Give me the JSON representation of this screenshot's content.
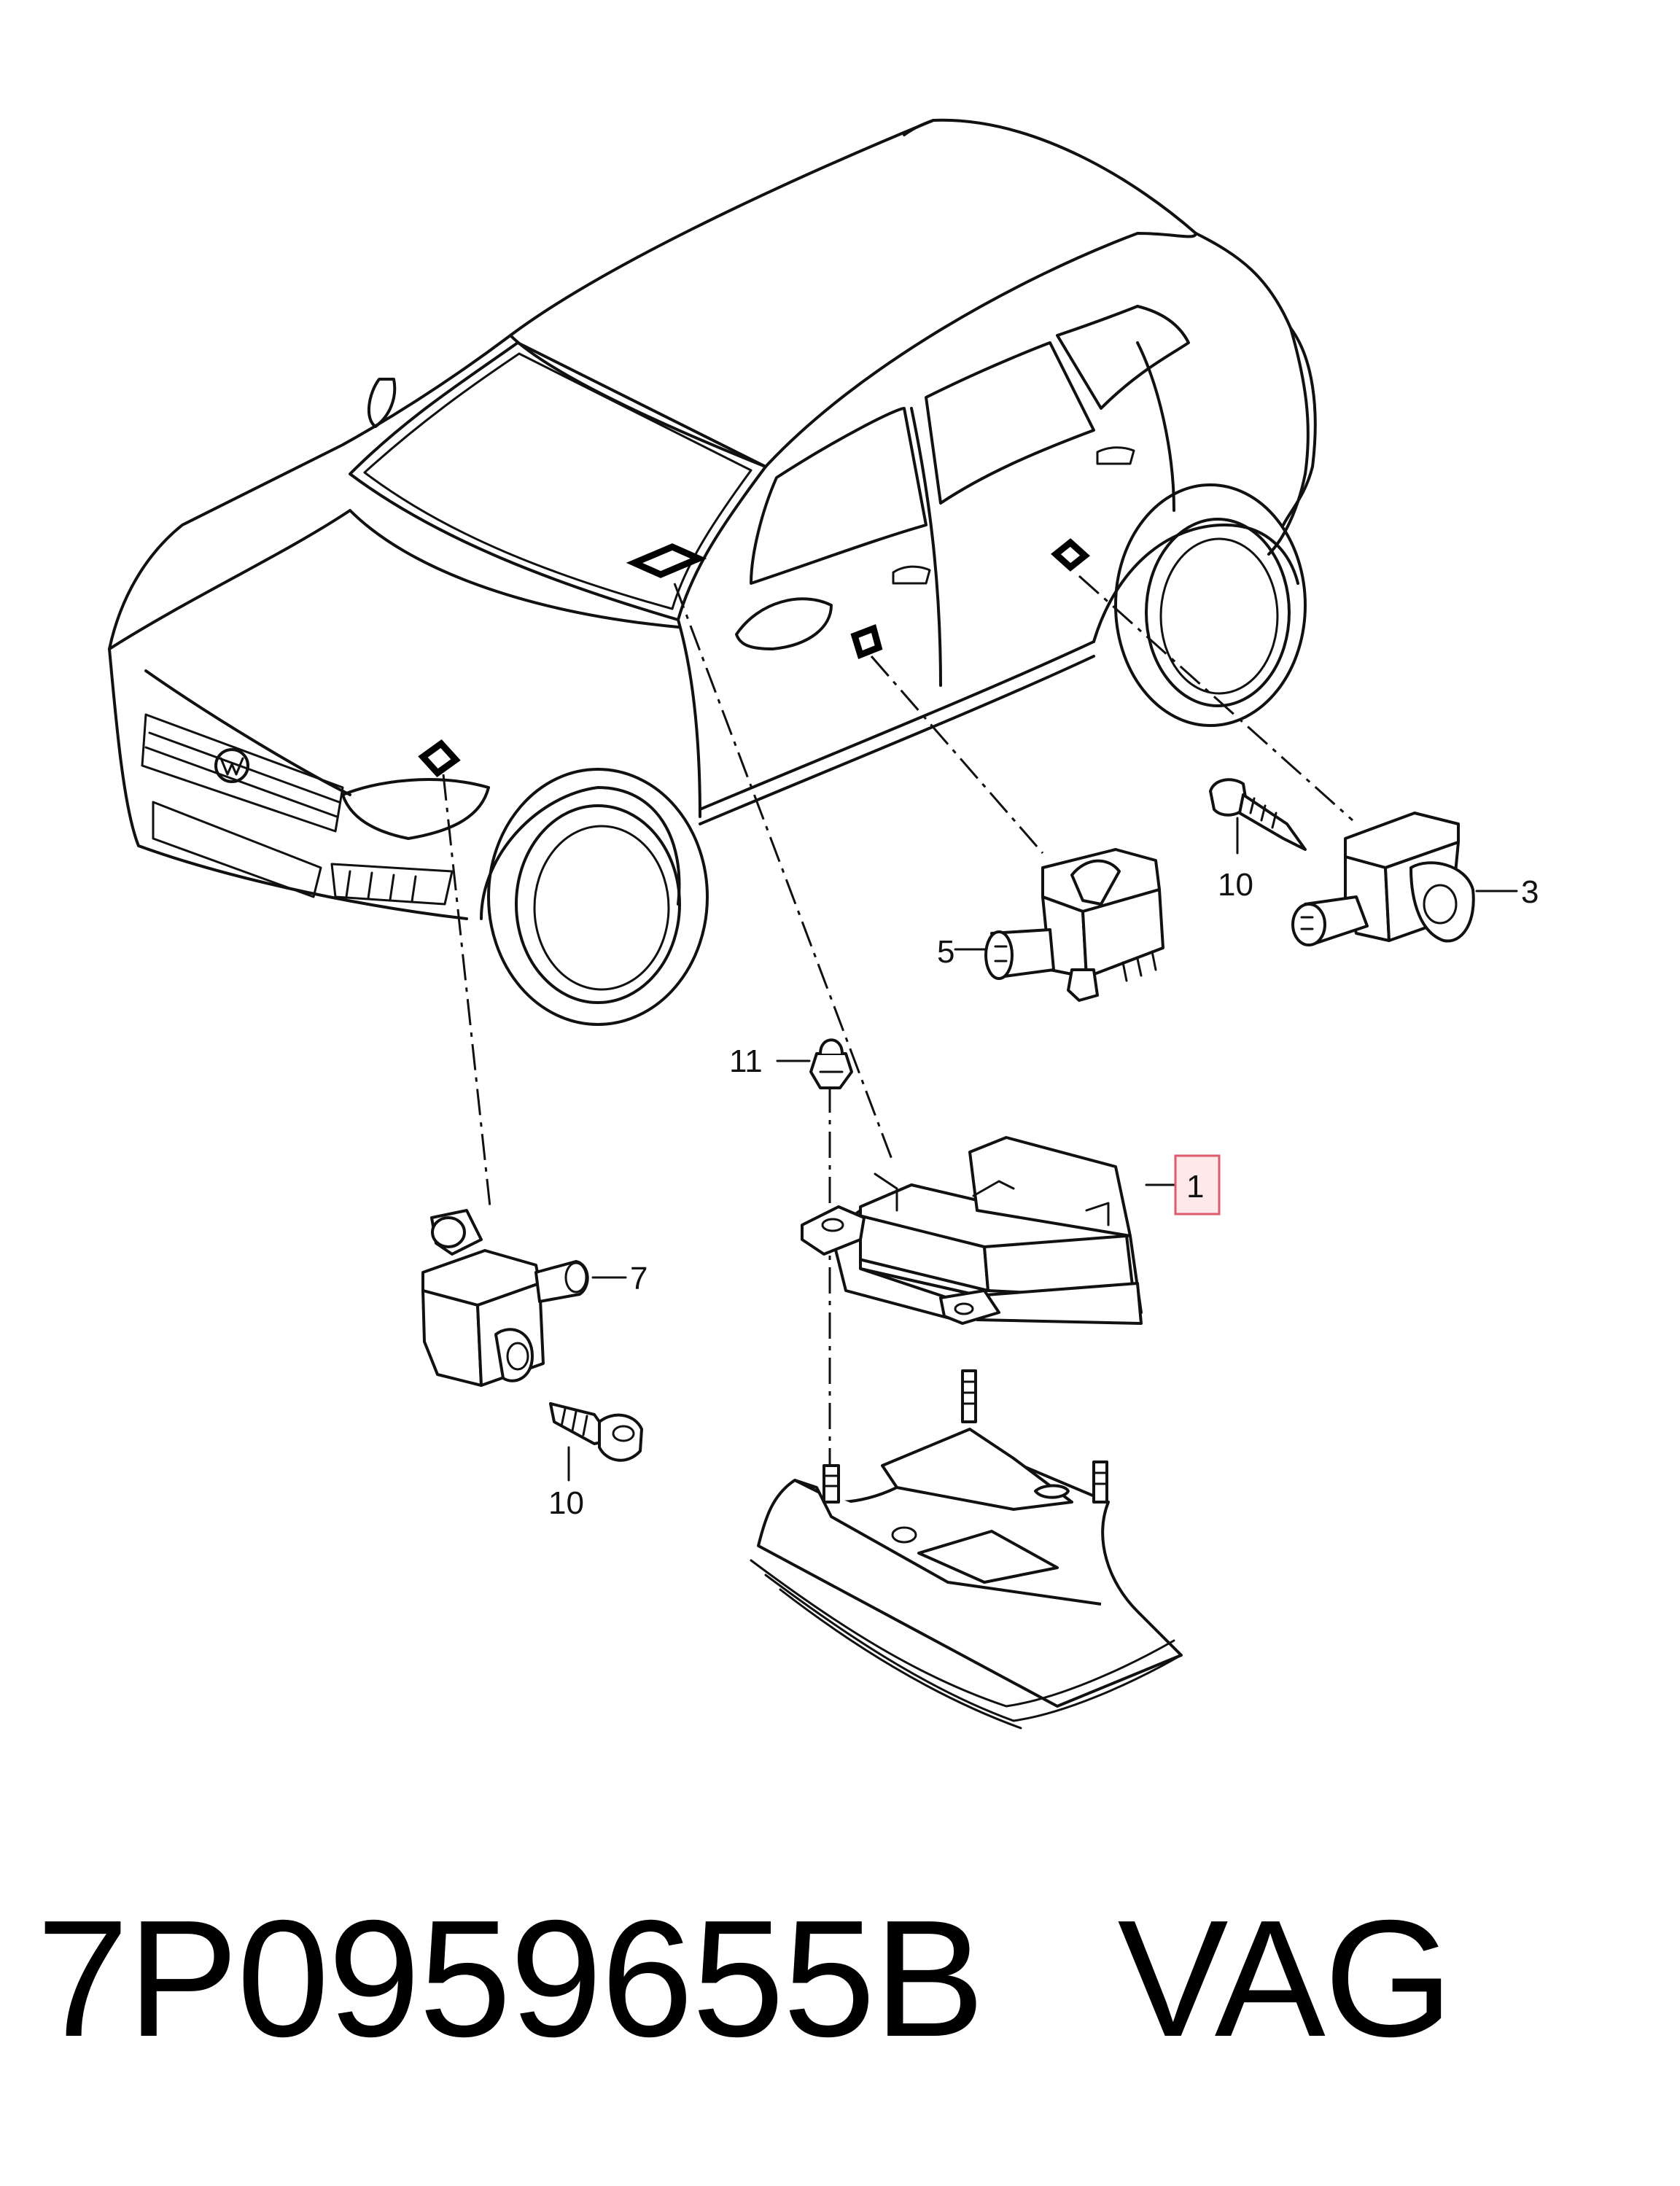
{
  "callouts": {
    "c1": "1",
    "c3": "3",
    "c5": "5",
    "c7": "7",
    "c10a": "10",
    "c10b": "10",
    "c11": "11"
  },
  "caption": {
    "part_number": "7P0959655B",
    "brand": "VAG",
    "text": "7P0959655B   VAG"
  },
  "colors": {
    "line": "#111111",
    "highlight_fill": "#fde8ea",
    "highlight_border": "#e05a6a"
  }
}
